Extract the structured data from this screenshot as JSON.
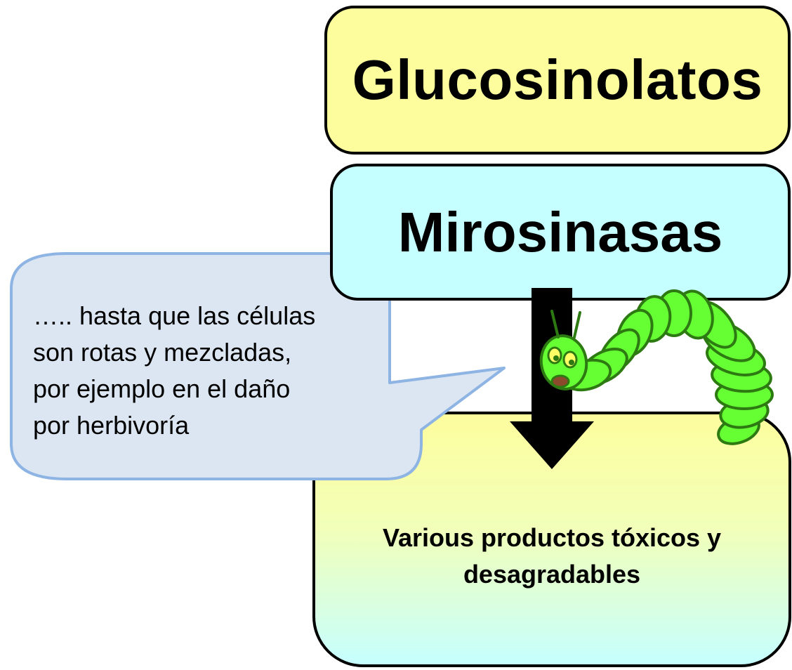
{
  "boxes": {
    "top": "Glucosinolatos",
    "middle": "Mirosinasas",
    "bottom": "Various productos tóxicos y desagradables"
  },
  "callout": {
    "lines": [
      "….. hasta que las células",
      "son rotas y mezcladas,",
      "por ejemplo en el daño",
      "por herbivoría"
    ]
  },
  "colors": {
    "glucosinolatos_fill": "#fdfd9e",
    "mirosinasas_fill": "#c6ffff",
    "callout_fill": "#dce6f2",
    "callout_border": "#8eb4e3",
    "caterpillar_body": "#66ff33",
    "caterpillar_outline": "#2d7a12",
    "arrow": "#000000"
  },
  "icons": {
    "caterpillar": "caterpillar-illustration",
    "arrow": "down-arrow"
  }
}
